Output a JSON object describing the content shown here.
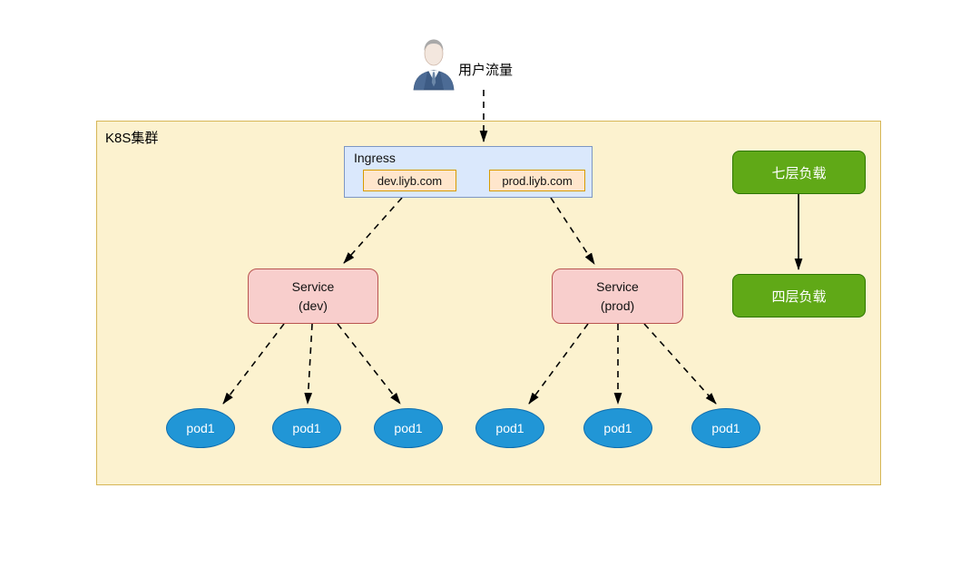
{
  "diagram": {
    "cluster_label": "K8S集群",
    "user_label": "用户流量",
    "ingress": {
      "label": "Ingress",
      "hosts": [
        "dev.liyb.com",
        "prod.liyb.com"
      ]
    },
    "services": [
      {
        "name": "Service",
        "env": "(dev)"
      },
      {
        "name": "Service",
        "env": "(prod)"
      }
    ],
    "pods": [
      "pod1",
      "pod1",
      "pod1",
      "pod1",
      "pod1",
      "pod1"
    ],
    "load_balancers": [
      "七层负载",
      "四层负载"
    ],
    "icons": [
      "user-icon"
    ]
  },
  "colors": {
    "cluster_fill": "#fcf2cf",
    "cluster_border": "#d6b656",
    "ingress_fill": "#dae8fc",
    "ingress_border": "#7d97c3",
    "host_fill": "#ffe6cc",
    "host_border": "#d79b00",
    "service_fill": "#f8cecc",
    "service_border": "#b85450",
    "pod_fill": "#2196d6",
    "pod_border": "#0f6eae",
    "lb_fill": "#60a917",
    "lb_border": "#2d7600",
    "arrow": "#000000"
  }
}
